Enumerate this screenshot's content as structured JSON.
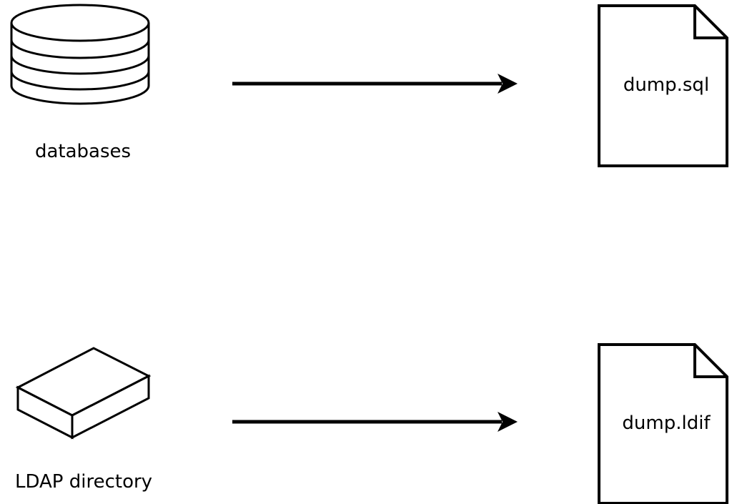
{
  "diagram": {
    "type": "flow-diagram",
    "background_color": "#ffffff",
    "stroke_color": "#000000",
    "rows": [
      {
        "source": {
          "icon": "database-cylinder-icon",
          "label": "databases"
        },
        "connector": {
          "icon": "right-arrow-icon"
        },
        "target": {
          "icon": "document-icon",
          "label": "dump.sql"
        }
      },
      {
        "source": {
          "icon": "3d-box-icon",
          "label": "LDAP directory"
        },
        "connector": {
          "icon": "right-arrow-icon"
        },
        "target": {
          "icon": "document-icon",
          "label": "dump.ldif"
        }
      }
    ]
  }
}
